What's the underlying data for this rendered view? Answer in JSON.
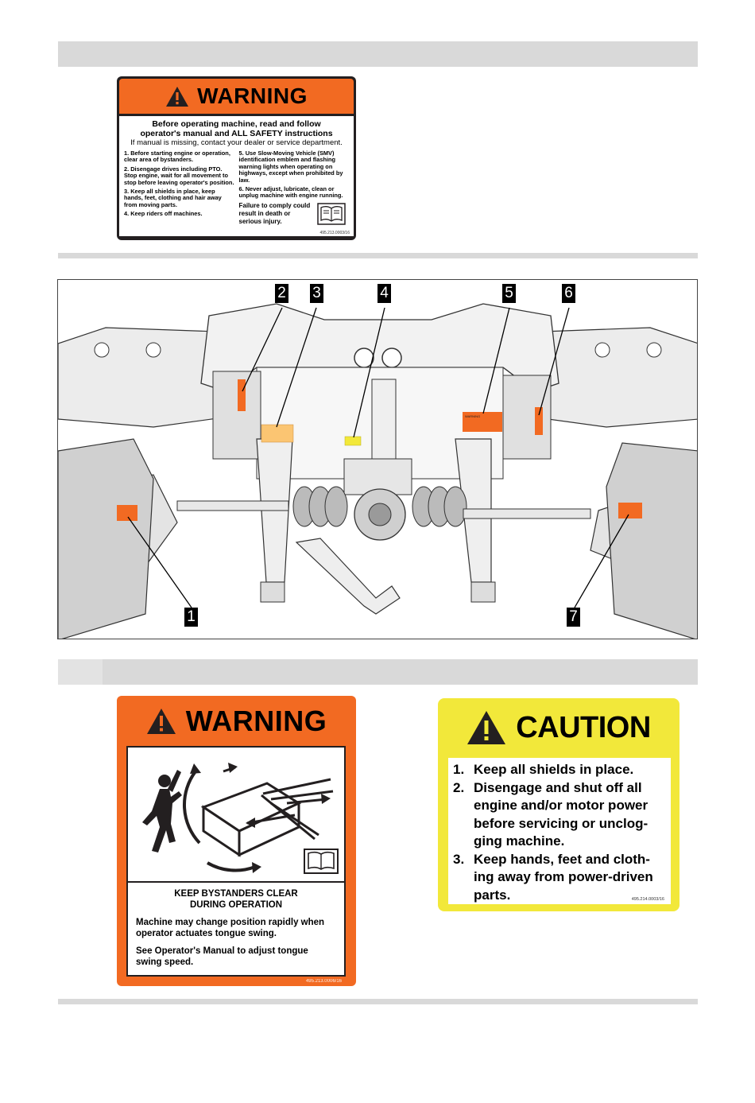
{
  "decal_top": {
    "signal_word": "WARNING",
    "lead_line1": "Before operating machine, read and follow",
    "lead_line2": "operator's manual and ALL SAFETY instructions",
    "sub_line": "If manual is missing, contact your dealer or service department.",
    "left_items": [
      "1. Before starting engine or operation, clear area of bystanders.",
      "2. Disengage drives including PTO. Stop engine, wait for all movement to stop before leaving operator's position.",
      "3. Keep all shields in place, keep hands, feet, clothing and hair away from moving parts.",
      "4. Keep riders off machines."
    ],
    "right_items": [
      "5. Use Slow-Moving Vehicle (SMV) identification emblem and flashing warning lights when operating on highways, except when prohibited by law.",
      "6. Never adjust, lubricate, clean or unplug machine with engine running."
    ],
    "failure_text": "Failure to comply could result in death or serious injury.",
    "part_code": "495.213.0003/16",
    "colors": {
      "orange": "#f26a22",
      "black": "#231f20"
    }
  },
  "diagram": {
    "callouts": [
      "1",
      "2",
      "3",
      "4",
      "5",
      "6",
      "7"
    ],
    "mini_label": "WARNING"
  },
  "decal_warning": {
    "signal_word": "WARNING",
    "title_line1": "KEEP BYSTANDERS CLEAR",
    "title_line2": "DURING OPERATION",
    "para1": "Machine may change position rapidly when operator actuates tongue swing.",
    "para2": "See Operator's Manual to adjust tongue swing speed.",
    "part_code": "495.213.0006/16",
    "icon": "person-struck-by-tongue-icon"
  },
  "decal_caution": {
    "signal_word": "CAUTION",
    "items": [
      {
        "num": "1.",
        "text": "Keep all shields in place."
      },
      {
        "num": "2.",
        "text": "Disengage and shut off all engine and/or motor power before servicing or unclog- ging machine."
      },
      {
        "num": "3.",
        "text": "Keep hands, feet and cloth- ing away from power-driven parts."
      }
    ],
    "part_code": "495.214.0003/16",
    "colors": {
      "yellow": "#f2e83a"
    }
  }
}
